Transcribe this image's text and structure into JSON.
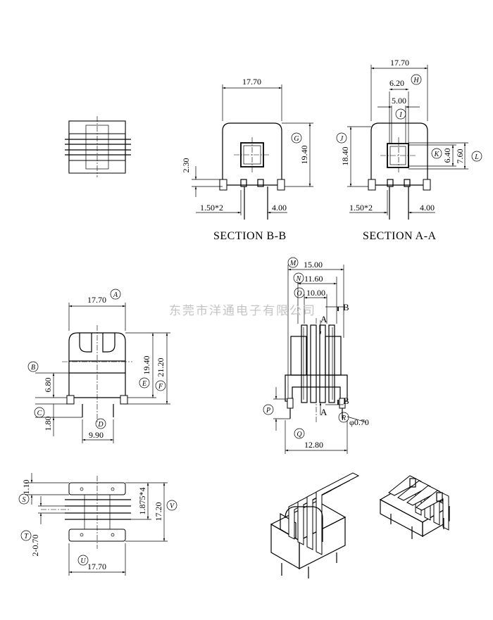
{
  "watermark": "东莞市洋通电子有限公司",
  "section_bb": {
    "caption": "SECTION B-B",
    "dims": {
      "width": "17.70",
      "left": "2.30",
      "height": "19.40",
      "pitch": "1.50*2",
      "span": "4.00"
    },
    "bubbles": {
      "g": "G"
    }
  },
  "section_aa": {
    "caption": "SECTION A-A",
    "dims": {
      "width": "17.70",
      "w1": "6.20",
      "w2": "5.00",
      "height": "18.40",
      "h1": "6.40",
      "h2": "7.60",
      "pitch": "1.50*2",
      "span": "4.00"
    },
    "bubbles": {
      "h": "H",
      "i": "I",
      "j": "J",
      "k": "K",
      "l": "L"
    }
  },
  "front_view": {
    "dims": {
      "width": "17.70",
      "h1": "19.40",
      "h2": "21.20",
      "base": "6.80",
      "pin": "1.80",
      "pin_span": "9.90"
    },
    "bubbles": {
      "a": "A",
      "b": "B",
      "c": "C",
      "d": "D",
      "e": "E",
      "f": "F"
    }
  },
  "side_view": {
    "dims": {
      "m": "15.00",
      "n": "11.60",
      "o": "10.00",
      "dia": "φ0.70",
      "base": "12.80"
    },
    "bubbles": {
      "m": "M",
      "n": "N",
      "o": "O",
      "p": "P",
      "q": "Q",
      "r": "R"
    },
    "section_marks": {
      "a_top": "A",
      "a_bottom": "A",
      "b_top": "B",
      "b_bottom": "B"
    }
  },
  "top_view": {
    "dims": {
      "s": "1.10",
      "t": "2-0.70",
      "slots": "1.875*4",
      "height": "17.20",
      "width": "17.70"
    },
    "bubbles": {
      "s": "S",
      "t": "T",
      "u": "U",
      "v": "V"
    }
  }
}
